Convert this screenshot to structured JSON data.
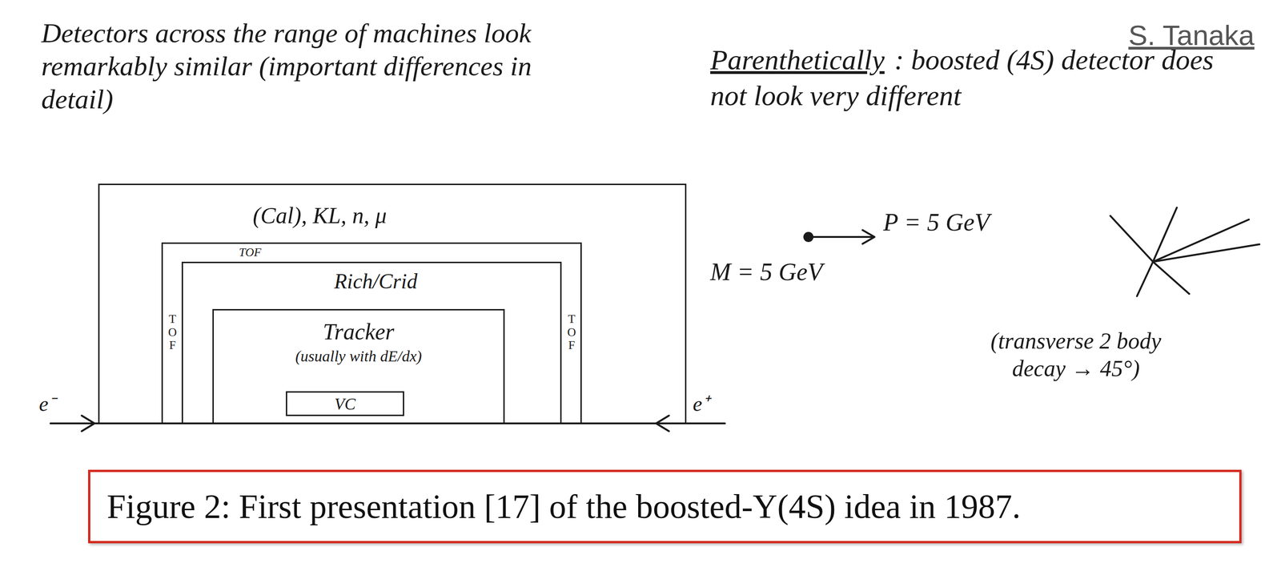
{
  "diagram": {
    "caption": "Figure 2: First presentation [17] of the boosted-Υ(4S) idea in 1987.",
    "nodes": [
      {
        "text": [
          "(Cal), KL, n, μ"
        ]
      },
      {
        "text": [
          "TOF",
          "TOF",
          "TOF"
        ],
        "in": 0
      },
      {
        "text": [
          "Rich/Crid"
        ],
        "in": 1
      },
      {
        "text": [
          "Tracker",
          "(usually with dE/dx)"
        ],
        "in": 2
      },
      {
        "text": [
          "VC"
        ],
        "in": 3
      }
    ],
    "labels": [
      "S. Tanaka",
      "Detectors across the range of machines look remarkably similar (important differences in detail)",
      "Parenthetically",
      ": boosted (4S) detector does not look very different",
      "e⁻",
      "e⁺",
      "M = 5 GeV",
      "P = 5 GeV",
      "(transverse 2 body decay → 45°)"
    ]
  }
}
